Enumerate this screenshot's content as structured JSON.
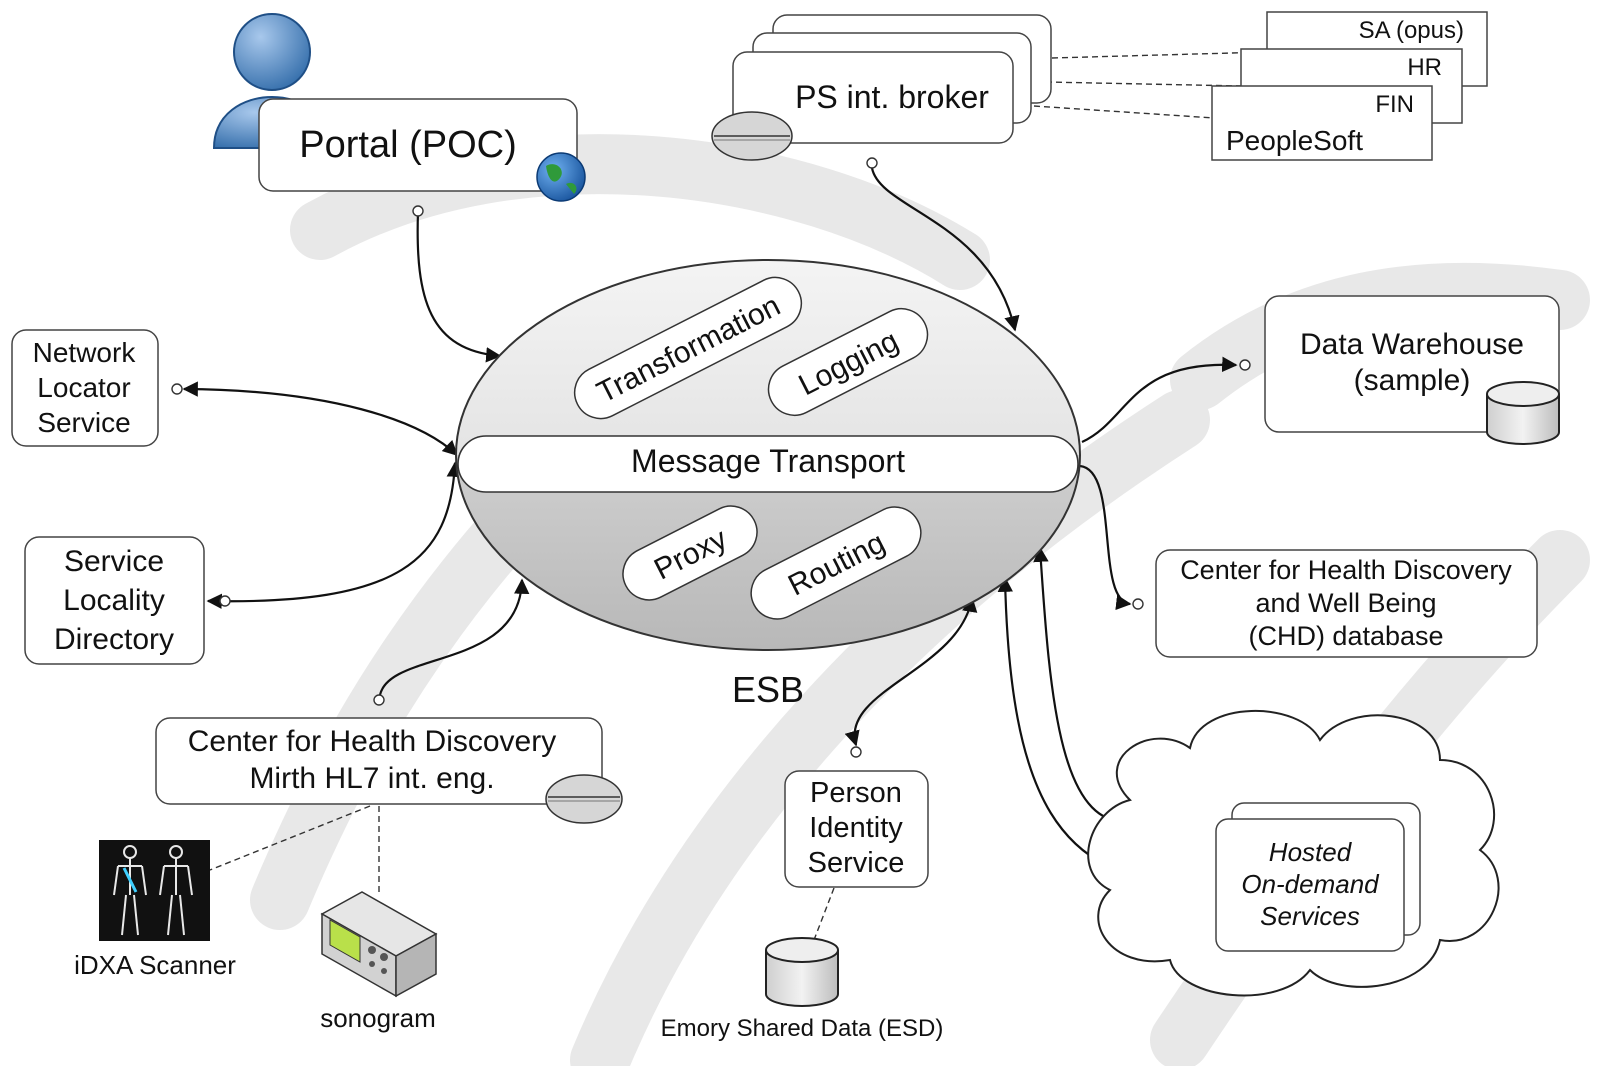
{
  "diagram": {
    "esb": {
      "label": "ESB",
      "transport": "Message Transport",
      "services": {
        "transformation": "Transformation",
        "logging": "Logging",
        "proxy": "Proxy",
        "routing": "Routing"
      }
    },
    "portal": {
      "label": "Portal (POC)"
    },
    "ps_broker": {
      "label": "PS int. broker"
    },
    "peoplesoft": {
      "sa": "SA (opus)",
      "hr": "HR",
      "fin": "FIN",
      "name": "PeopleSoft"
    },
    "network_locator": {
      "line1": "Network",
      "line2": "Locator",
      "line3": "Service"
    },
    "service_locality": {
      "line1": "Service",
      "line2": "Locality",
      "line3": "Directory"
    },
    "data_warehouse": {
      "line1": "Data Warehouse",
      "line2": "(sample)"
    },
    "chd_database": {
      "line1": "Center for Health Discovery",
      "line2": "and Well Being",
      "line3": "(CHD) database"
    },
    "mirth": {
      "line1": "Center for Health Discovery",
      "line2": "Mirth HL7 int. eng."
    },
    "person_identity": {
      "line1": "Person",
      "line2": "Identity",
      "line3": "Service"
    },
    "hosted_services": {
      "line1": "Hosted",
      "line2": "On-demand",
      "line3": "Services"
    },
    "idxa": {
      "label": "iDXA Scanner"
    },
    "sonogram": {
      "label": "sonogram"
    },
    "esd": {
      "label": "Emory Shared Data (ESD)"
    }
  },
  "colors": {
    "esb_top": "#eeeeee",
    "esb_bottom": "#c4c4c4",
    "user_icon": "#4a86c5",
    "watermark": "#e3e3e3"
  }
}
